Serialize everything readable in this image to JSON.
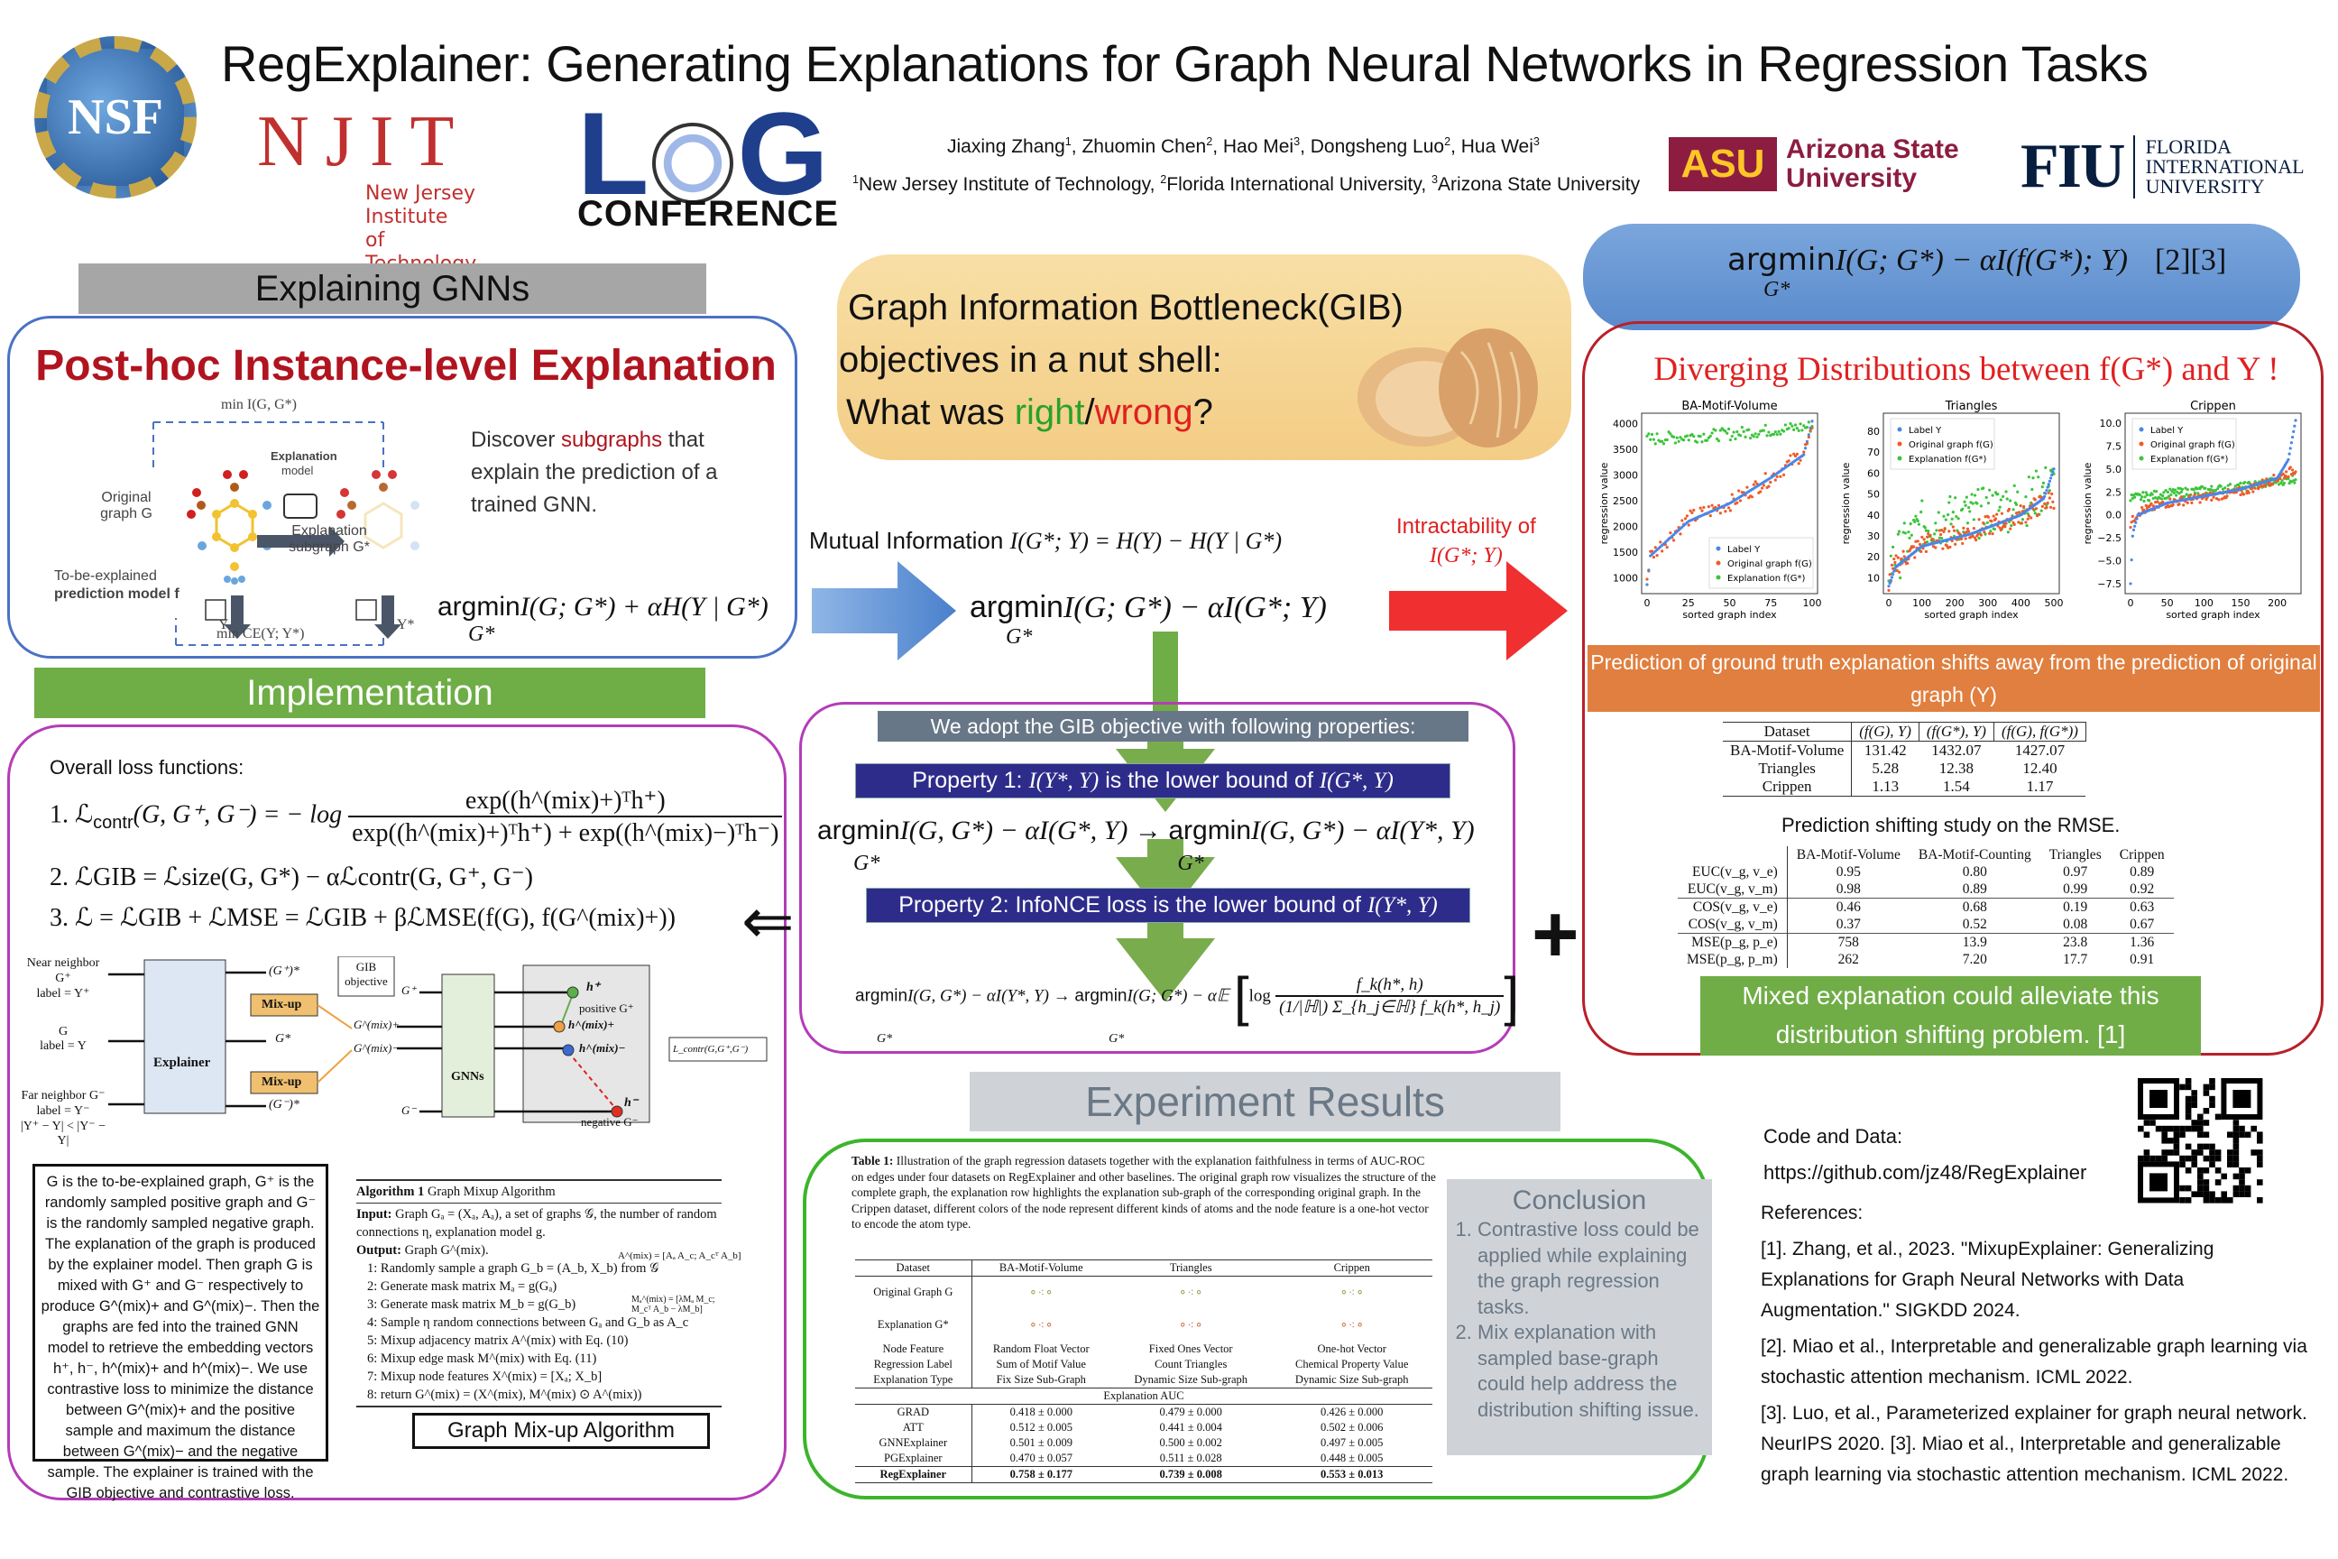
{
  "header": {
    "title": "RegExplainer: Generating Explanations for Graph Neural Networks in Regression Tasks",
    "authors": [
      {
        "name": "Jiaxing Zhang",
        "aff": "1"
      },
      {
        "name": "Zhuomin Chen",
        "aff": "2"
      },
      {
        "name": "Hao Mei",
        "aff": "3"
      },
      {
        "name": "Dongsheng Luo",
        "aff": "2"
      },
      {
        "name": "Hua Wei",
        "aff": "3"
      }
    ],
    "affiliations": [
      {
        "num": "1",
        "name": "New Jersey Institute of Technology"
      },
      {
        "num": "2",
        "name": "Florida International University"
      },
      {
        "num": "3",
        "name": "Arizona State University"
      }
    ],
    "logos": {
      "nsf": "NSF",
      "njit_big": "NJIT",
      "njit_small1": "New Jersey Institute",
      "njit_small2": "of Technology",
      "log_l": "L",
      "log_g": "G",
      "log_conf": "CONFERENCE",
      "asu_mark": "ASU",
      "asu_line1": "Arizona State",
      "asu_line2": "University",
      "fiu_mark": "FIU",
      "fiu_line1": "FLORIDA",
      "fiu_line2": "INTERNATIONAL",
      "fiu_line3": "UNIVERSITY"
    }
  },
  "explaining": {
    "header": "Explaining GNNs",
    "subtitle": "Post-hoc Instance-level Explanation",
    "discover_pre": "Discover ",
    "discover_em": "subgraphs",
    "discover_post": " that explain the prediction of a trained GNN.",
    "objective": "argmin",
    "objective_expr": "I(G; G*) + αH(Y | G*)",
    "objective_sub": "G*",
    "diagram": {
      "top_label": "min I(G, G*)",
      "bottom_label": "min CE(Y; Y*)",
      "original": "Original graph G",
      "expl_model": "Explanation",
      "expl_model2": "model",
      "expl_sub": "Explanation subgraph G*",
      "pred_model1": "To-be-explained",
      "pred_model2": "prediction model f",
      "f": "f",
      "y": "Y",
      "ystar": "Y*"
    }
  },
  "implementation": {
    "header": "Implementation",
    "overall": "Overall loss functions:",
    "eq1_lhs": "1.  ℒ",
    "eq1_lhs_sub": "contr",
    "eq1_lhs_args": "(G, G⁺, G⁻) = − log",
    "eq1_num": "exp((h^(mix)+)ᵀh⁺)",
    "eq1_den": "exp((h^(mix)+)ᵀh⁺) + exp((h^(mix)−)ᵀh⁻)",
    "eq2": "2.  ℒGIB = ℒsize(G, G*) − αℒcontr(G, G⁺, G⁻)",
    "eq3": "3.  ℒ = ℒGIB + ℒMSE = ℒGIB + βℒMSE(f(G), f(G^(mix)+))",
    "arch": {
      "near": "Near neighbor G⁺",
      "near_label": "label = Y⁺",
      "g": "G",
      "g_label": "label = Y",
      "far": "Far neighbor G⁻",
      "far_label": "label = Y⁻",
      "cond": "|Y⁺ − Y| < |Y⁻ − Y|",
      "explainer": "Explainer",
      "gplus_star": "(G⁺)*",
      "gstar": "G*",
      "gminus_star": "(G⁻)*",
      "mixup": "Mix-up",
      "gib": "GIB",
      "gib2": "objective",
      "gplus": "G⁺",
      "gminus": "G⁻",
      "gmixp": "G^(mix)+",
      "gmixm": "G^(mix)−",
      "gnns": "GNNs",
      "hplus": "h⁺",
      "positive": "positive G⁺",
      "hmixp": "h^(mix)+",
      "hmixm": "h^(mix)−",
      "hminus": "h⁻",
      "negative": "negative G⁻",
      "lcontr": "L_contr(G,G⁺,G⁻)"
    },
    "description": "G is the to-be-explained graph, G⁺ is the randomly sampled positive graph and G⁻ is the randomly sampled negative graph. The explanation of the graph is produced by the explainer model. Then graph G is mixed with G⁺ and G⁻ respectively to produce G^(mix)+ and G^(mix)−. Then the graphs are fed into the trained GNN model to retrieve the embedding vectors h⁺, h⁻, h^(mix)+ and h^(mix)−. We use contrastive loss to minimize the distance between G^(mix)+ and the positive sample and maximum the distance between G^(mix)− and the negative sample. The explainer is trained with the GIB objective and contrastive loss.",
    "algorithm": {
      "title_bold": "Algorithm 1",
      "title": " Graph Mixup Algorithm",
      "input_bold": "Input:",
      "input": " Graph Gₐ = (Xₐ, Aₐ), a set of graphs 𝒢, the number of random connections η, explanation model g.",
      "output_bold": "Output:",
      "output": " Graph G^(mix).",
      "steps": [
        "1: Randomly sample a graph G_b = (A_b, X_b) from 𝒢",
        "2: Generate mask matrix Mₐ = g(Gₐ)",
        "3: Generate mask matrix M_b = g(G_b)",
        "4: Sample η random connections between Gₐ and G_b as A_c",
        "5: Mixup adjacency matrix A^(mix) with Eq. (10)",
        "6: Mixup edge mask M^(mix) with Eq. (11)",
        "7: Mixup node features X^(mix) = [Xₐ; X_b]",
        "8: return G^(mix) = (X^(mix), M^(mix) ⊙ A^(mix))"
      ],
      "amix": "A^(mix) = [Aₐ A_c; A_cᵀ A_b]",
      "mmix": "Mₐ^(mix) = [λMₐ M_c; M_cᵀ A_b − λM_b]"
    },
    "button": "Graph Mix-up Algorithm"
  },
  "gib": {
    "line1": "Graph Information Bottleneck(GIB)",
    "line2": "objectives in a nut shell:",
    "line3_pre": "What was ",
    "line3_right": "right",
    "line3_slash": "/",
    "line3_wrong": "wrong",
    "line3_post": "?",
    "mi_label": "Mutual Information ",
    "mi_expr": "I(G*; Y) = H(Y) − H(Y | G*)",
    "intract1": "Intractability of",
    "intract2": "I(G*; Y)",
    "center_obj": "I(G; G*) − αI(G*; Y)",
    "argmin": "argmin",
    "sub": "G*",
    "adopt": "We adopt the GIB objective with following properties:",
    "prop1_pre": "Property 1: ",
    "prop1_expr": "I(Y*, Y)",
    "prop1_mid": " is the lower bound of ",
    "prop1_expr2": "I(G*, Y)",
    "chain1_a": "I(G, G*) − αI(G*, Y) → ",
    "chain1_b": "I(G, G*) − αI(Y*, Y)",
    "prop2_pre": "Property 2: InfoNCE loss is the lower bound of ",
    "prop2_expr": "I(Y*, Y)",
    "chain2_a": "I(G, G*) − αI(Y*, Y) → ",
    "chain2_b": "I(G; G*) − α𝔼",
    "chain2_h": "ℍ",
    "chain2_log": "log",
    "chain2_num": "f_k(h*, h)",
    "chain2_den": "(1/|ℍ|) Σ_{h_j∈ℍ} f_k(h*, h_j)",
    "implies": "⇐",
    "plus": "+"
  },
  "right": {
    "pill_argmin": "argmin",
    "pill_expr": "I(G; G*) − αI(f(G*); Y)",
    "pill_refs": "[2][3]",
    "pill_sub": "G*",
    "diverge": "Diverging Distributions between f(G*) and Y !",
    "orange": "Prediction of ground truth explanation shifts away from the prediction of original graph (Y)",
    "table1": {
      "headers": [
        "Dataset",
        "(f(G), Y)",
        "(f(G*), Y)",
        "(f(G), f(G*))"
      ],
      "rows": [
        [
          "BA-Motif-Volume",
          "131.42",
          "1432.07",
          "1427.07"
        ],
        [
          "Triangles",
          "5.28",
          "12.38",
          "12.40"
        ],
        [
          "Crippen",
          "1.13",
          "1.54",
          "1.17"
        ]
      ]
    },
    "rmse_title": "Prediction shifting study on the RMSE.",
    "table2": {
      "headers": [
        "",
        "BA-Motif-Volume",
        "BA-Motif-Counting",
        "Triangles",
        "Crippen"
      ],
      "rows": [
        [
          "EUC(v_g, v_e)",
          "0.95",
          "0.80",
          "0.97",
          "0.89"
        ],
        [
          "EUC(v_g, v_m)",
          "0.98",
          "0.89",
          "0.99",
          "0.92"
        ],
        [
          "COS(v_g, v_e)",
          "0.46",
          "0.68",
          "0.19",
          "0.63"
        ],
        [
          "COS(v_g, v_m)",
          "0.37",
          "0.52",
          "0.08",
          "0.67"
        ],
        [
          "MSE(p_g, p_e)",
          "758",
          "13.9",
          "23.8",
          "1.36"
        ],
        [
          "MSE(p_g, p_m)",
          "262",
          "7.20",
          "17.7",
          "0.91"
        ]
      ]
    },
    "mixed": "Mixed explanation could alleviate this distribution shifting problem. [1]"
  },
  "chart_data": [
    {
      "type": "scatter",
      "title": "BA-Motif-Volume",
      "xlabel": "sorted graph index",
      "ylabel": "regression value",
      "xlim": [
        0,
        100
      ],
      "ylim": [
        800,
        4100
      ],
      "xticks": [
        "0",
        "25",
        "50",
        "75",
        "100"
      ],
      "yticks": [
        "1000",
        "1500",
        "2000",
        "2500",
        "3000",
        "3500",
        "4000"
      ],
      "legend": "bottom-right",
      "n_points": 100,
      "series": [
        {
          "name": "Label Y",
          "color": "#4a86e8",
          "trend": [
            [
              0,
              870
            ],
            [
              2,
              1430
            ],
            [
              25,
              2100
            ],
            [
              50,
              2450
            ],
            [
              75,
              2950
            ],
            [
              95,
              3400
            ],
            [
              100,
              4050
            ]
          ]
        },
        {
          "name": "Original graph f(G)",
          "color": "#f05a28",
          "trend": [
            [
              0,
              1000
            ],
            [
              2,
              1430
            ],
            [
              25,
              2150
            ],
            [
              50,
              2450
            ],
            [
              75,
              2950
            ],
            [
              95,
              3450
            ],
            [
              100,
              3800
            ]
          ],
          "noise": 150
        },
        {
          "name": "Explanation f(G*)",
          "color": "#3cc43c",
          "trend": [
            [
              0,
              3700
            ],
            [
              50,
              3800
            ],
            [
              100,
              3950
            ]
          ],
          "noise": 120
        }
      ]
    },
    {
      "type": "scatter",
      "title": "Triangles",
      "xlabel": "sorted graph index",
      "ylabel": "regression value",
      "xlim": [
        0,
        500
      ],
      "ylim": [
        5,
        86
      ],
      "xticks": [
        "0",
        "100",
        "200",
        "300",
        "400",
        "500"
      ],
      "yticks": [
        "10",
        "20",
        "30",
        "40",
        "50",
        "60",
        "70",
        "80"
      ],
      "legend": "top-left",
      "n_points": 500,
      "series": [
        {
          "name": "Label Y",
          "color": "#4a86e8",
          "trend": [
            [
              0,
              6
            ],
            [
              20,
              15
            ],
            [
              100,
              25
            ],
            [
              250,
              31
            ],
            [
              400,
              40
            ],
            [
              470,
              48
            ],
            [
              500,
              62
            ]
          ]
        },
        {
          "name": "Original graph f(G)",
          "color": "#f05a28",
          "trend": [
            [
              0,
              8
            ],
            [
              20,
              16
            ],
            [
              100,
              26
            ],
            [
              250,
              32
            ],
            [
              400,
              40
            ],
            [
              500,
              48
            ]
          ],
          "noise": 5
        },
        {
          "name": "Explanation f(G*)",
          "color": "#3cc43c",
          "trend": [
            [
              0,
              15
            ],
            [
              100,
              35
            ],
            [
              250,
              40
            ],
            [
              400,
              45
            ],
            [
              500,
              55
            ]
          ],
          "noise": 12
        }
      ]
    },
    {
      "type": "scatter",
      "title": "Crippen",
      "xlabel": "sorted graph index",
      "ylabel": "regression value",
      "xlim": [
        0,
        225
      ],
      "ylim": [
        -8,
        10.5
      ],
      "xticks": [
        "0",
        "50",
        "100",
        "150",
        "200"
      ],
      "yticks": [
        "−7.5",
        "−5.0",
        "−2.5",
        "0.0",
        "2.5",
        "5.0",
        "7.5",
        "10.0"
      ],
      "legend": "top-left",
      "n_points": 225,
      "series": [
        {
          "name": "Label Y",
          "color": "#4a86e8",
          "trend": [
            [
              0,
              -7.5
            ],
            [
              3,
              -2
            ],
            [
              10,
              0
            ],
            [
              50,
              1.3
            ],
            [
              150,
              2.8
            ],
            [
              200,
              4
            ],
            [
              215,
              6
            ],
            [
              225,
              10.3
            ]
          ]
        },
        {
          "name": "Original graph f(G)",
          "color": "#f05a28",
          "trend": [
            [
              0,
              -1
            ],
            [
              10,
              0.3
            ],
            [
              50,
              1.3
            ],
            [
              150,
              2.5
            ],
            [
              200,
              4
            ],
            [
              225,
              5
            ]
          ],
          "noise": 0.5
        },
        {
          "name": "Explanation f(G*)",
          "color": "#3cc43c",
          "trend": [
            [
              0,
              1.8
            ],
            [
              50,
              2.3
            ],
            [
              150,
              3
            ],
            [
              225,
              4
            ]
          ],
          "noise": 0.5
        }
      ]
    }
  ],
  "experiment": {
    "header": "Experiment Results",
    "caption_bold": "Table 1:",
    "caption": " Illustration of the graph regression datasets together with the explanation faithfulness in terms of AUC-ROC on edges under four datasets on RegExplainer and other baselines. The original graph row visualizes the structure of the complete graph, the explanation row highlights the explanation sub-graph of the corresponding original graph. In the Crippen dataset, different colors of the node represent different kinds of atoms and the node feature is a one-hot vector to encode the atom type.",
    "table": {
      "headers": [
        "Dataset",
        "BA-Motif-Volume",
        "Triangles",
        "Crippen"
      ],
      "row_orig": "Original Graph G",
      "row_expl": "Explanation G*",
      "info_rows": [
        [
          "Node Feature",
          "Random Float Vector",
          "Fixed Ones Vector",
          "One-hot Vector"
        ],
        [
          "Regression Label",
          "Sum of Motif Value",
          "Count Triangles",
          "Chemical Property Value"
        ],
        [
          "Explanation Type",
          "Fix Size Sub-Graph",
          "Dynamic Size Sub-graph",
          "Dynamic Size Sub-graph"
        ]
      ],
      "auc_header": "Explanation AUC",
      "auc_rows": [
        [
          "GRAD",
          "0.418 ± 0.000",
          "0.479 ± 0.000",
          "0.426 ± 0.000"
        ],
        [
          "ATT",
          "0.512 ± 0.005",
          "0.441 ± 0.004",
          "0.502 ± 0.006"
        ],
        [
          "GNNExplainer",
          "0.501 ± 0.009",
          "0.500 ± 0.002",
          "0.497 ± 0.005"
        ],
        [
          "PGExplainer",
          "0.470 ± 0.057",
          "0.511 ± 0.028",
          "0.448 ± 0.005"
        ]
      ],
      "best_row": [
        "RegExplainer",
        "0.758 ± 0.177",
        "0.739 ± 0.008",
        "0.553 ± 0.013"
      ]
    },
    "conclusion": {
      "title": "Conclusion",
      "items": [
        "Contrastive loss could be applied while explaining the graph regression tasks.",
        "Mix explanation with sampled base-graph could help address the distribution shifting issue."
      ]
    }
  },
  "footer": {
    "code_label": "Code and Data:",
    "code_url": "https://github.com/jz48/RegExplainer",
    "refs_title": "References:",
    "refs": [
      "[1]. Zhang, et al., 2023. \"MixupExplainer: Generalizing Explanations for Graph Neural Networks with Data Augmentation.\" SIGKDD 2024.",
      "[2]. Miao et al., Interpretable and generalizable graph learning via stochastic attention mechanism. ICML 2022.",
      "[3]. Luo, et al., Parameterized explainer for graph neural network. NeurIPS 2020. [3]. Miao et al., Interpretable and generalizable graph learning via stochastic attention mechanism. ICML 2022."
    ]
  }
}
